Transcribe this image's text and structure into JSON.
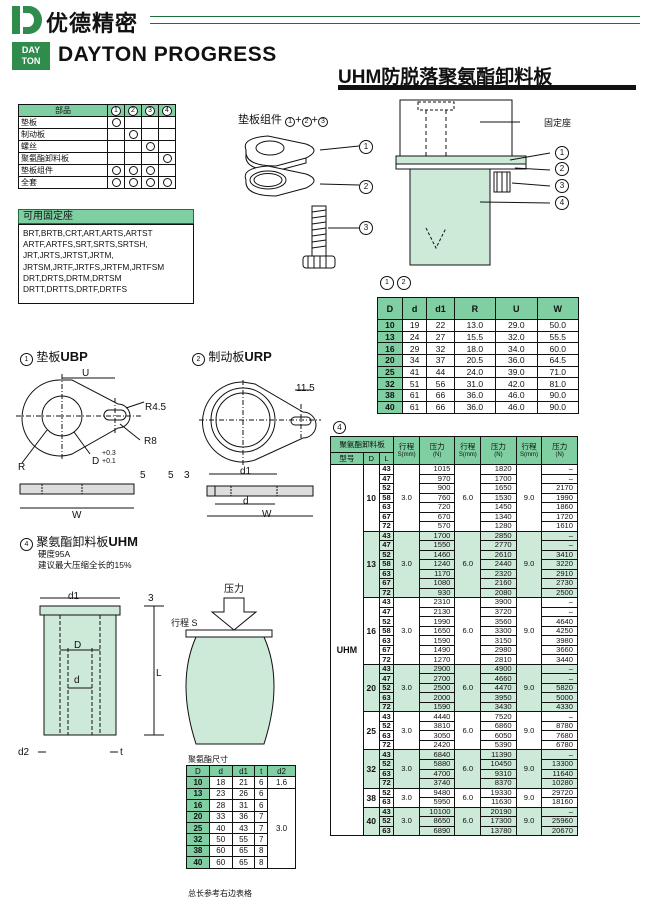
{
  "header": {
    "brand_cn": "优德精密",
    "logo_top": "DAY",
    "logo_bottom": "TON",
    "logo_small": "®",
    "brand_en": "DAYTON PROGRESS",
    "title": "UHM防脱落聚氨酯卸料板"
  },
  "parts": {
    "header": "部品",
    "cols": [
      "1",
      "2",
      "3",
      "4"
    ],
    "rows": [
      {
        "name": "垫板",
        "marks": [
          true,
          false,
          false,
          false
        ]
      },
      {
        "name": "制动板",
        "marks": [
          false,
          true,
          false,
          false
        ]
      },
      {
        "name": "螺丝",
        "marks": [
          false,
          false,
          true,
          false
        ]
      },
      {
        "name": "聚氨酯卸料板",
        "marks": [
          false,
          false,
          false,
          true
        ]
      },
      {
        "name": "垫板组件",
        "marks": [
          true,
          true,
          true,
          false
        ]
      },
      {
        "name": "全套",
        "marks": [
          true,
          true,
          true,
          true
        ]
      }
    ]
  },
  "mount": {
    "title": "可用固定座",
    "lines": [
      "BRT,BRTB,CRT,ART,ARTS,ARTST",
      "ARTF,ARTFS,SRT,SRTS,SRTSH,",
      "JRT,JRTS,JRTST,JRTM,",
      "JRTSM,JRTF,JRTFS,JRTFM,JRTFSM",
      "DRT,DRTS,DRTM,DRTSM",
      "DRTT,DRTTS,DRTF,DRTFS"
    ]
  },
  "assembly": {
    "label": "垫板组件",
    "plus": "+",
    "n1": "1",
    "n2": "2",
    "n3": "3",
    "n4": "4",
    "fixed_seat": "固定座"
  },
  "ubp": {
    "num": "1",
    "title": "垫板",
    "code": "UBP",
    "U": "U",
    "R45": "R4.5",
    "R8": "R8",
    "R": "R",
    "D": "D",
    "tol_up": "+0.3",
    "tol_down": "+0.1",
    "five": "5",
    "W": "W"
  },
  "urp": {
    "num": "2",
    "title": "制动板",
    "code": "URP",
    "d115": "11.5",
    "d1": "d1",
    "d": "d",
    "W": "W",
    "five": "5",
    "three": "3"
  },
  "uhm": {
    "num": "4",
    "title": "聚氨酯卸料板",
    "code": "UHM",
    "hardness": "硬度95A",
    "compress": "建议最大压缩全长的15%",
    "d1": "d1",
    "three": "3",
    "D": "D",
    "d": "d",
    "L": "L",
    "d2": "d2",
    "t": "t",
    "pressure": "压力",
    "stroke": "行程 S"
  },
  "dim_table": {
    "label_nums": [
      "1",
      "2"
    ],
    "headers": [
      "D",
      "d",
      "d1",
      "R",
      "U",
      "W"
    ],
    "rows": [
      [
        "10",
        "19",
        "22",
        "13.0",
        "29.0",
        "50.0"
      ],
      [
        "13",
        "24",
        "27",
        "15.5",
        "32.0",
        "55.5"
      ],
      [
        "16",
        "29",
        "32",
        "18.0",
        "34.0",
        "60.0"
      ],
      [
        "20",
        "34",
        "37",
        "20.5",
        "36.0",
        "64.5"
      ],
      [
        "25",
        "41",
        "44",
        "24.0",
        "39.0",
        "71.0"
      ],
      [
        "32",
        "51",
        "56",
        "31.0",
        "42.0",
        "81.0"
      ],
      [
        "38",
        "61",
        "66",
        "36.0",
        "46.0",
        "90.0"
      ],
      [
        "40",
        "61",
        "66",
        "36.0",
        "46.0",
        "90.0"
      ]
    ]
  },
  "spec_table": {
    "h_product": "聚氨酯卸料板",
    "h_model": "型号",
    "h_D": "D",
    "h_L": "L",
    "h_stroke": "行程",
    "h_stroke_unit": "S(mm)",
    "h_force": "压力",
    "h_force_unit": "(N)",
    "model": "UHM",
    "groups": [
      {
        "D": "10",
        "s1": "3.0",
        "s2": "6.0",
        "s3": "9.0",
        "shade": false,
        "rows": [
          [
            "43",
            "1015",
            "1820",
            "–"
          ],
          [
            "47",
            "970",
            "1700",
            "–"
          ],
          [
            "52",
            "900",
            "1650",
            "2170"
          ],
          [
            "58",
            "760",
            "1530",
            "1990"
          ],
          [
            "63",
            "720",
            "1450",
            "1860"
          ],
          [
            "67",
            "670",
            "1340",
            "1720"
          ],
          [
            "72",
            "570",
            "1280",
            "1610"
          ]
        ]
      },
      {
        "D": "13",
        "s1": "3.0",
        "s2": "6.0",
        "s3": "9.0",
        "shade": true,
        "rows": [
          [
            "43",
            "1700",
            "2850",
            "–"
          ],
          [
            "47",
            "1550",
            "2770",
            "–"
          ],
          [
            "52",
            "1460",
            "2610",
            "3410"
          ],
          [
            "58",
            "1240",
            "2440",
            "3220"
          ],
          [
            "63",
            "1170",
            "2320",
            "2910"
          ],
          [
            "67",
            "1080",
            "2160",
            "2730"
          ],
          [
            "72",
            "930",
            "2080",
            "2500"
          ]
        ]
      },
      {
        "D": "16",
        "s1": "3.0",
        "s2": "6.0",
        "s3": "9.0",
        "shade": false,
        "rows": [
          [
            "43",
            "2310",
            "3900",
            "–"
          ],
          [
            "47",
            "2130",
            "3720",
            "–"
          ],
          [
            "52",
            "1990",
            "3560",
            "4640"
          ],
          [
            "58",
            "1650",
            "3300",
            "4250"
          ],
          [
            "63",
            "1590",
            "3150",
            "3980"
          ],
          [
            "67",
            "1490",
            "2980",
            "3660"
          ],
          [
            "72",
            "1270",
            "2810",
            "3440"
          ]
        ]
      },
      {
        "D": "20",
        "s1": "3.0",
        "s2": "6.0",
        "s3": "9.0",
        "shade": true,
        "rows": [
          [
            "43",
            "2900",
            "4900",
            "–"
          ],
          [
            "47",
            "2700",
            "4660",
            "–"
          ],
          [
            "52",
            "2500",
            "4470",
            "5820"
          ],
          [
            "63",
            "2000",
            "3950",
            "5000"
          ],
          [
            "72",
            "1590",
            "3430",
            "4330"
          ]
        ]
      },
      {
        "D": "25",
        "s1": "3.0",
        "s2": "6.0",
        "s3": "9.0",
        "shade": false,
        "rows": [
          [
            "43",
            "4440",
            "7520",
            "–"
          ],
          [
            "52",
            "3810",
            "6860",
            "8780"
          ],
          [
            "63",
            "3050",
            "6050",
            "7680"
          ],
          [
            "72",
            "2420",
            "5390",
            "6780"
          ]
        ]
      },
      {
        "D": "32",
        "s1": "3.0",
        "s2": "6.0",
        "s3": "9.0",
        "shade": true,
        "rows": [
          [
            "43",
            "6840",
            "11390",
            "–"
          ],
          [
            "52",
            "5880",
            "10450",
            "13300"
          ],
          [
            "63",
            "4700",
            "9310",
            "11640"
          ],
          [
            "72",
            "3740",
            "8370",
            "10280"
          ]
        ]
      },
      {
        "D": "38",
        "s1": "3.0",
        "s2": "6.0",
        "s3": "9.0",
        "shade": false,
        "rows": [
          [
            "52",
            "9480",
            "19330",
            "29720"
          ],
          [
            "63",
            "5950",
            "11630",
            "18160"
          ]
        ]
      },
      {
        "D": "40",
        "s1": "3.0",
        "s2": "6.0",
        "s3": "9.0",
        "shade": true,
        "rows": [
          [
            "43",
            "10100",
            "20190",
            "–"
          ],
          [
            "52",
            "8650",
            "17300",
            "25960"
          ],
          [
            "63",
            "6890",
            "13780",
            "20670"
          ]
        ]
      }
    ]
  },
  "ure_table": {
    "title": "聚氨酯尺寸",
    "headers": [
      "D",
      "d",
      "d1",
      "t",
      "d2"
    ],
    "rows": [
      [
        "10",
        "18",
        "21",
        "6",
        "1.6"
      ],
      [
        "13",
        "23",
        "26",
        "6",
        ""
      ],
      [
        "16",
        "28",
        "31",
        "6",
        ""
      ],
      [
        "20",
        "33",
        "36",
        "7",
        ""
      ],
      [
        "25",
        "40",
        "43",
        "7",
        "3.0"
      ],
      [
        "32",
        "50",
        "55",
        "7",
        ""
      ],
      [
        "38",
        "60",
        "65",
        "8",
        ""
      ],
      [
        "40",
        "60",
        "65",
        "8",
        ""
      ]
    ],
    "note": "总长参考右边表格"
  },
  "colors": {
    "accent": "#7fcfa3",
    "brand_green": "#2f8c4c",
    "row_shade": "#cde9d7"
  }
}
